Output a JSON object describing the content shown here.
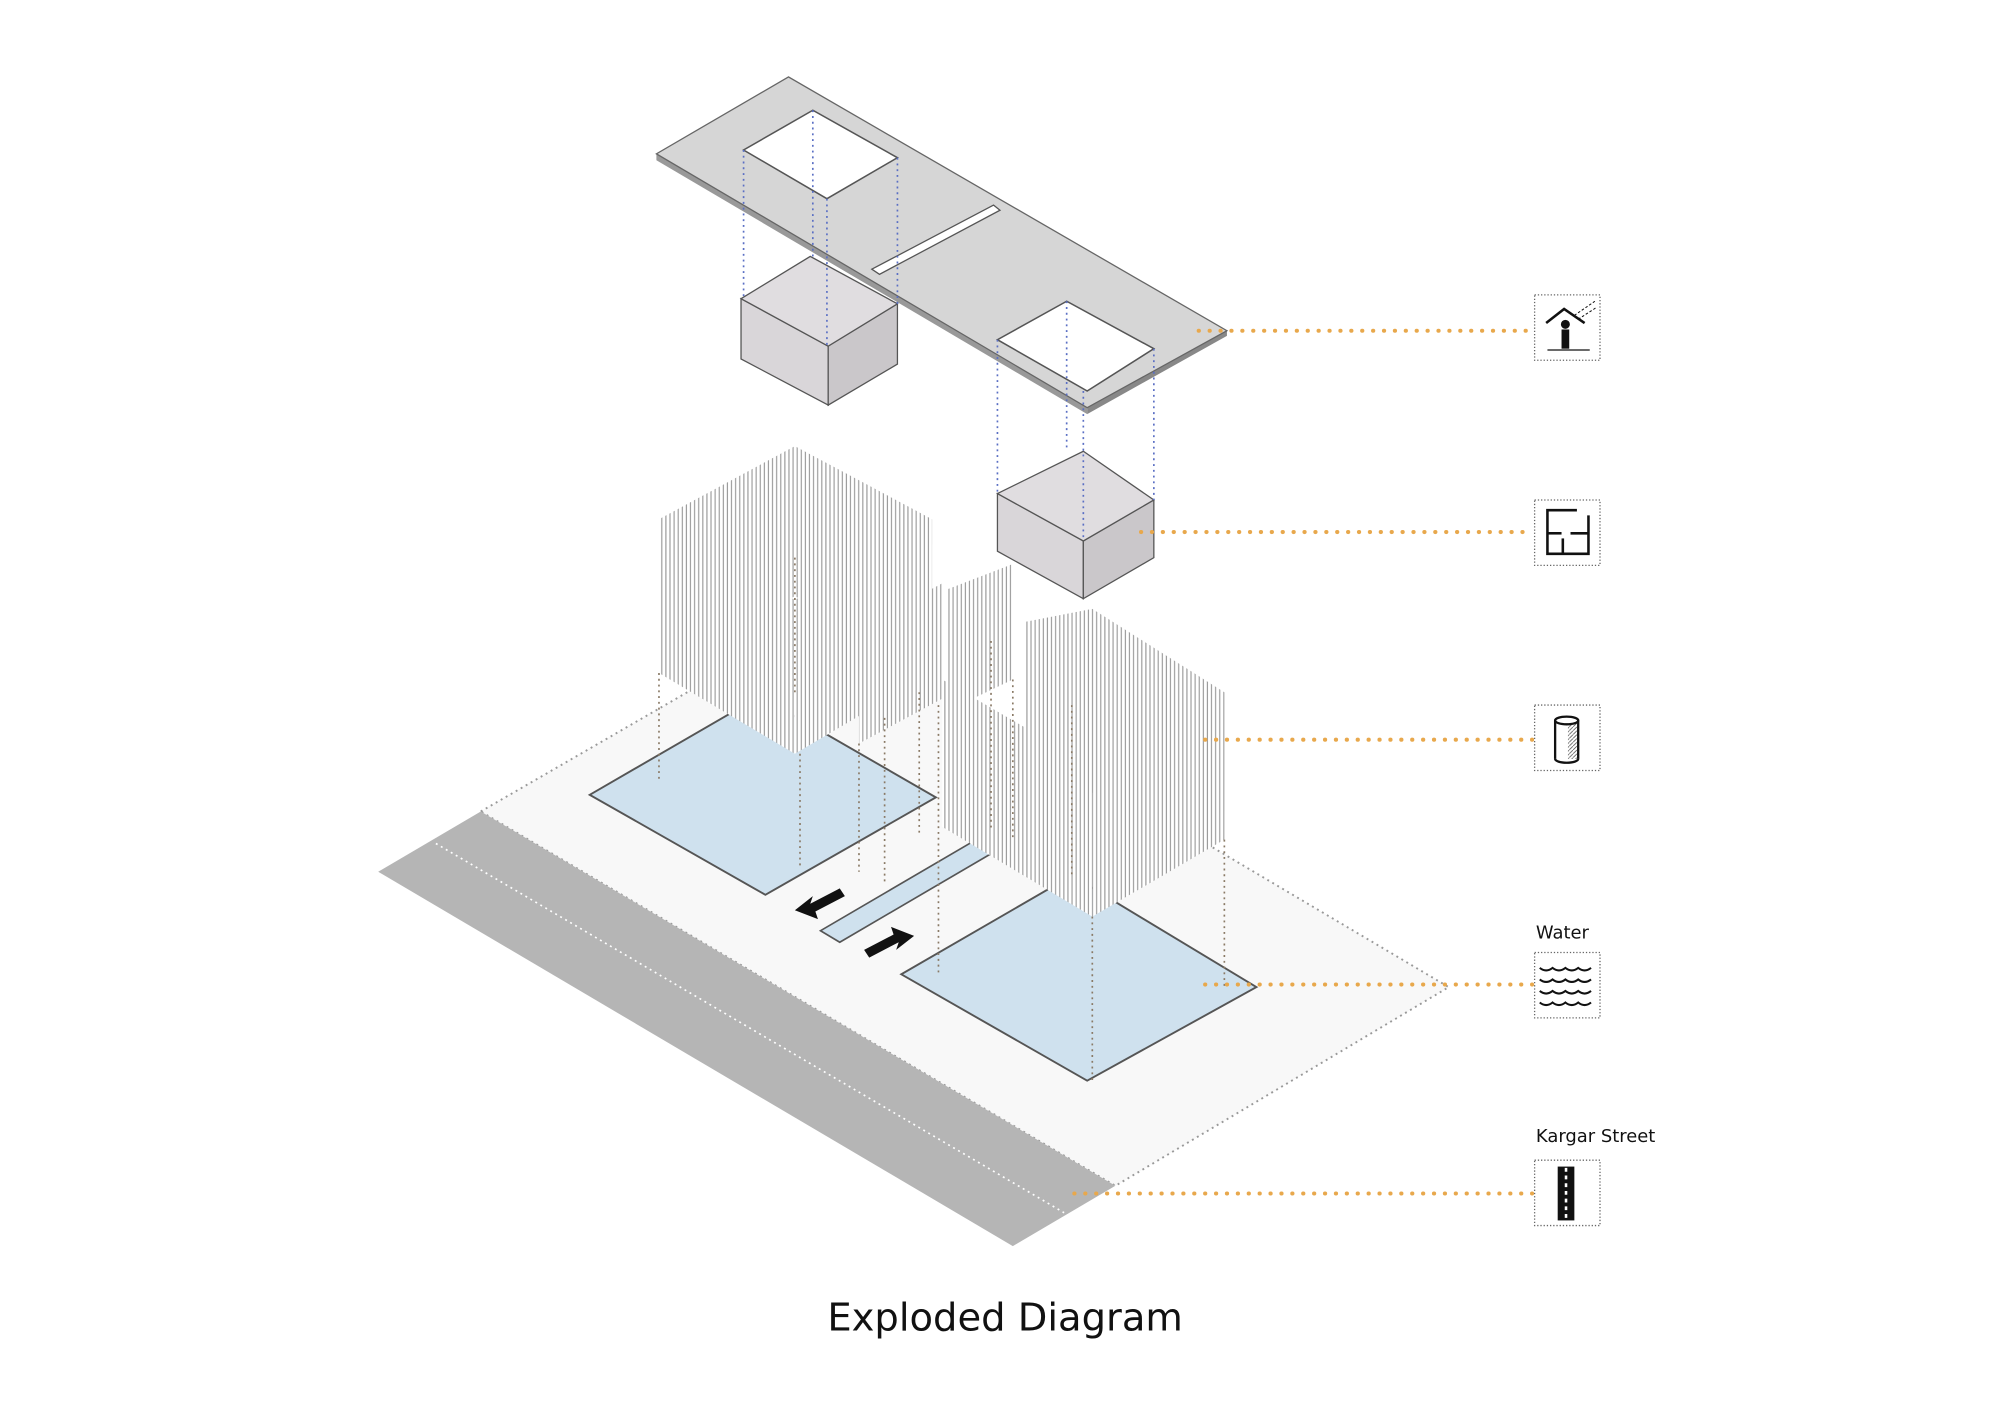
{
  "title": "Exploded Diagram",
  "legend": [
    {
      "icon": "shelter-rain-person-icon",
      "label": ""
    },
    {
      "icon": "floor-plan-icon",
      "label": ""
    },
    {
      "icon": "cylinder-column-icon",
      "label": ""
    },
    {
      "icon": "water-waves-icon",
      "label": "Water"
    },
    {
      "icon": "road-icon",
      "label": "Kargar Street"
    }
  ],
  "colors": {
    "leader": "#E8A84C",
    "slab": "#D6D6D6",
    "pool": "#CFE1EE",
    "road": "#B5B5B5",
    "projection_blue": "#5A6FC4",
    "projection_brown": "#8A7A66"
  }
}
